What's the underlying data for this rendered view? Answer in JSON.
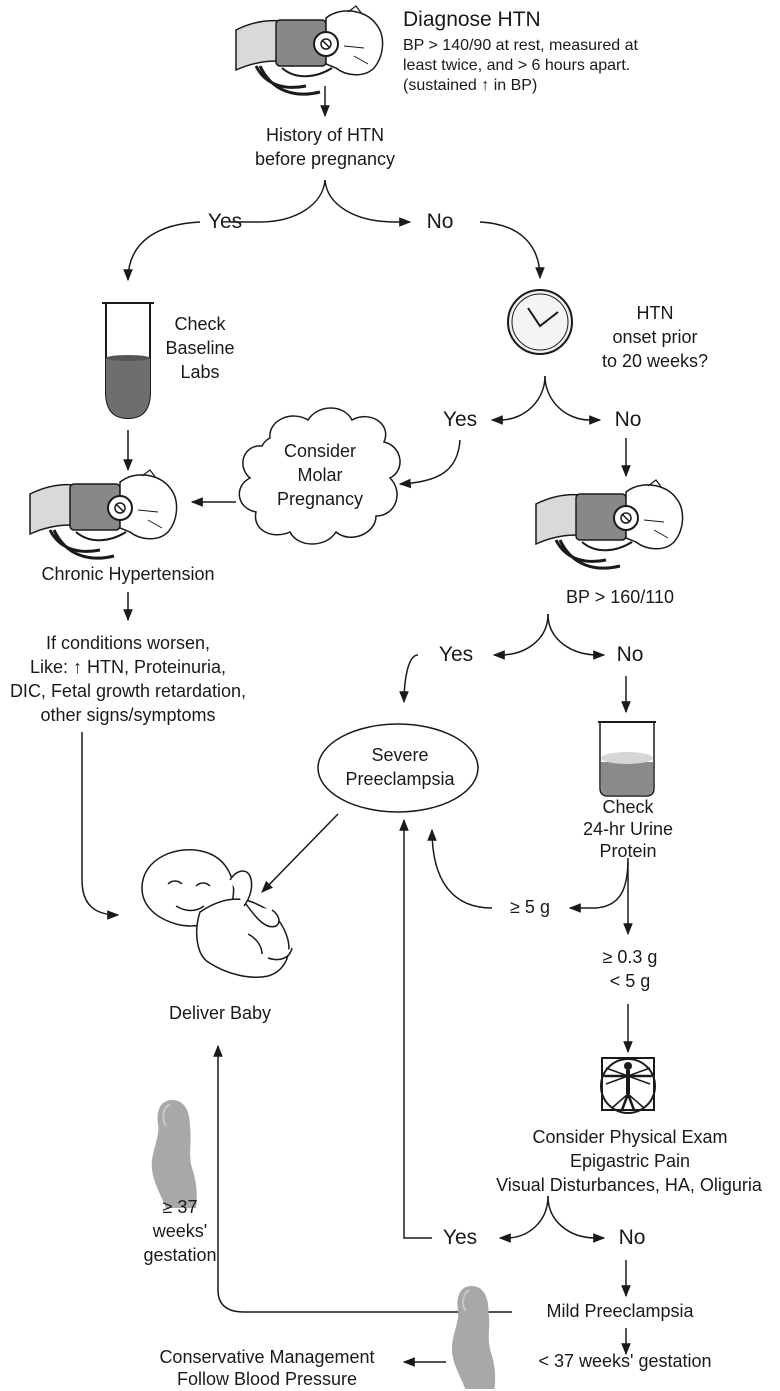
{
  "diagnose": {
    "title": "Diagnose HTN",
    "line1": "BP > 140/90 at rest, measured at",
    "line2": "least twice, and > 6 hours apart.",
    "line3": "(sustained ↑ in BP)"
  },
  "history": {
    "line1": "History of HTN",
    "line2": "before pregnancy"
  },
  "branch1": {
    "yes": "Yes",
    "no": "No"
  },
  "baseline": {
    "line1": "Check",
    "line2": "Baseline",
    "line3": "Labs"
  },
  "onset": {
    "line1": "HTN",
    "line2": "onset prior",
    "line3": "to 20 weeks?"
  },
  "branch2": {
    "yes": "Yes",
    "no": "No"
  },
  "molar": {
    "line1": "Consider",
    "line2": "Molar",
    "line3": "Pregnancy"
  },
  "chronic": {
    "label": "Chronic Hypertension"
  },
  "bp160": {
    "label": "BP > 160/110"
  },
  "worsen": {
    "line1": "If conditions worsen,",
    "line2": "Like: ↑ HTN, Proteinuria,",
    "line3": "DIC, Fetal growth retardation,",
    "line4": "other signs/symptoms"
  },
  "branch3": {
    "yes": "Yes",
    "no": "No"
  },
  "severe": {
    "line1": "Severe",
    "line2": "Preeclampsia"
  },
  "urine": {
    "line1": "Check",
    "line2": "24-hr Urine",
    "line3": "Protein"
  },
  "ge5": {
    "label": "≥ 5 g"
  },
  "range": {
    "line1": "≥ 0.3 g",
    "line2": "< 5 g"
  },
  "deliver": {
    "label": "Deliver Baby"
  },
  "exam": {
    "line1": "Consider Physical Exam",
    "line2": "Epigastric Pain",
    "line3": "Visual Disturbances, HA, Oliguria"
  },
  "branch4": {
    "yes": "Yes",
    "no": "No"
  },
  "gest37": {
    "line1": "≥ 37",
    "line2": "weeks'",
    "line3": "gestation"
  },
  "mild": {
    "label": "Mild Preeclampsia"
  },
  "lt37": {
    "label": "< 37 weeks' gestation"
  },
  "conservative": {
    "line1": "Conservative Management",
    "line2": "Follow Blood Pressure"
  }
}
